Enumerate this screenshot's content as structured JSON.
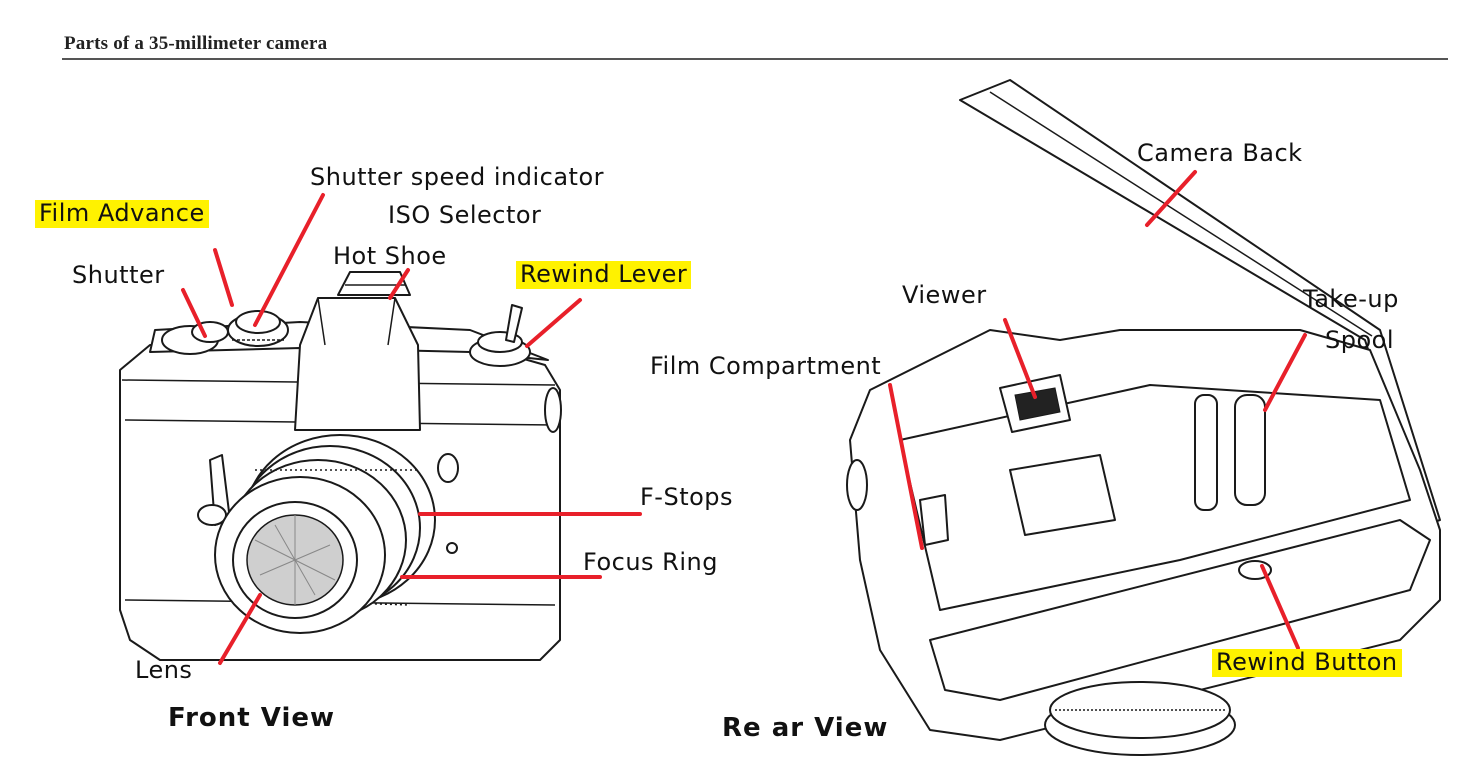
{
  "title": "Parts of a 35-millimeter camera",
  "front_view": {
    "caption": "Front View",
    "labels": {
      "film_advance": "Film Advance",
      "shutter_speed_indicator": "Shutter speed indicator",
      "iso_selector": "ISO Selector",
      "shutter": "Shutter",
      "hot_shoe": "Hot Shoe",
      "rewind_lever": "Rewind Lever",
      "f_stops": "F-Stops",
      "focus_ring": "Focus Ring",
      "lens": "Lens"
    }
  },
  "rear_view": {
    "caption": "Re ar View",
    "labels": {
      "camera_back": "Camera Back",
      "viewer": "Viewer",
      "take_up": "Take-up",
      "spool": "Spool",
      "film_compartment": "Film Compartment",
      "rewind_button": "Rewind Button"
    }
  },
  "colors": {
    "highlight": "#fff200",
    "leader_line": "#e8202a"
  }
}
